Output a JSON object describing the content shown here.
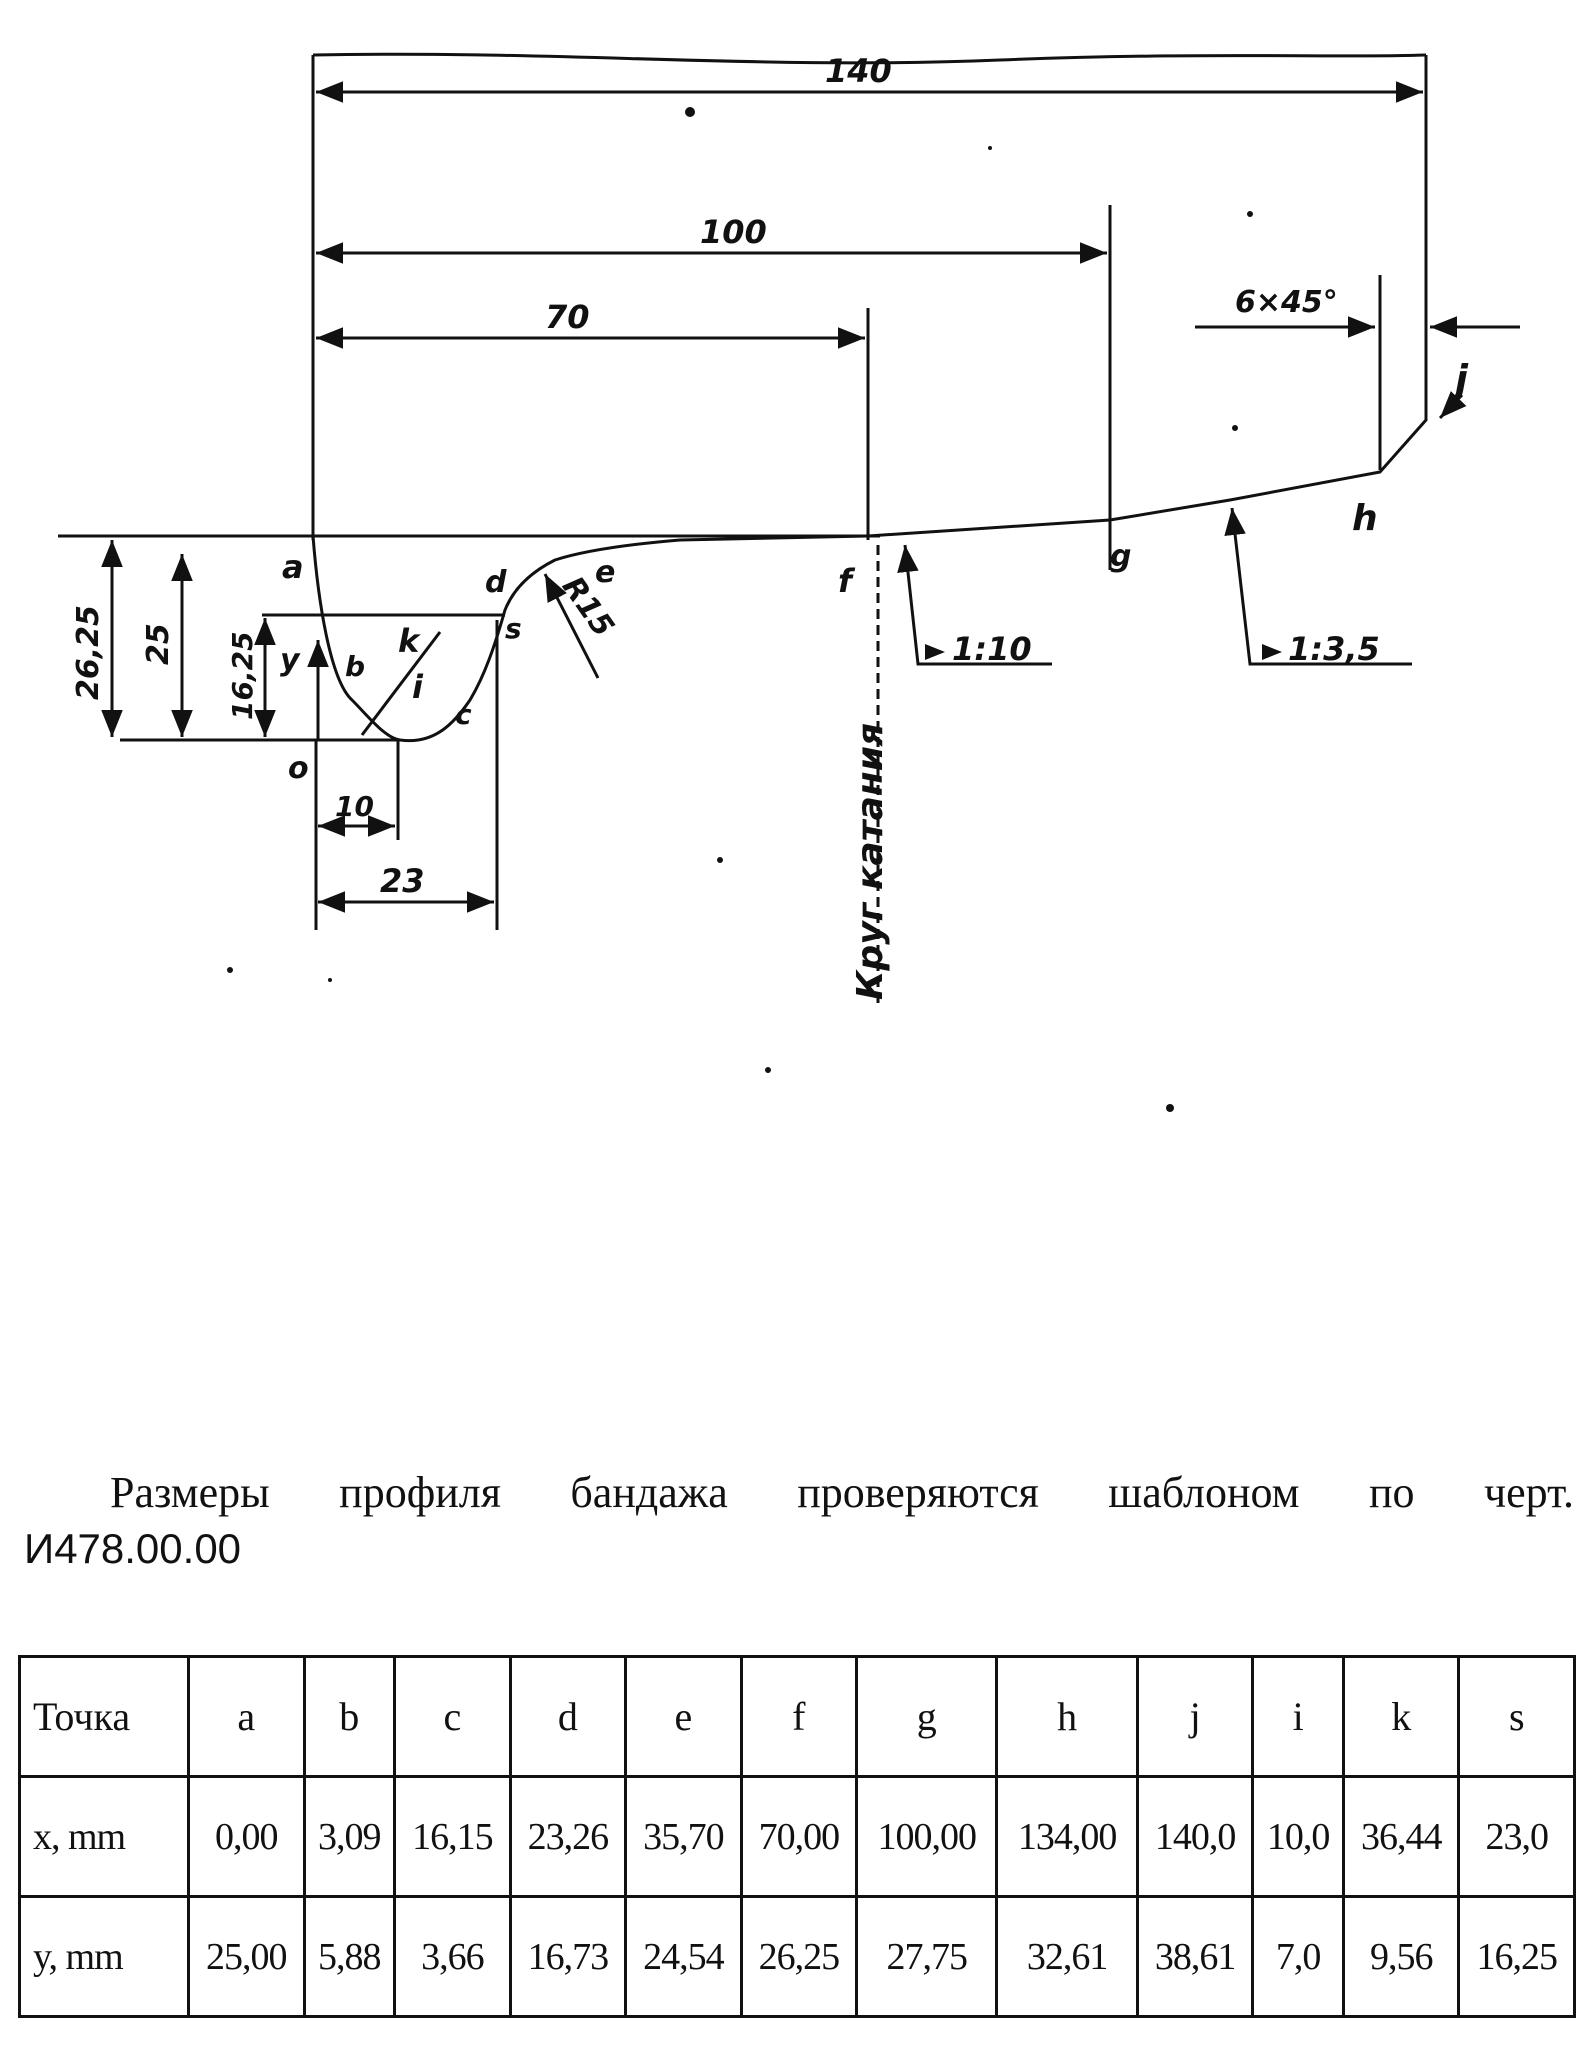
{
  "drawing": {
    "dimensions": {
      "d140": "140",
      "d100": "100",
      "d70": "70",
      "d26_25": "26,25",
      "d25": "25",
      "d16_25": "16,25",
      "d10": "10",
      "d23": "23",
      "radius": "R15",
      "chamfer": "6×45°",
      "slope1": "1:10",
      "slope2": "1:3,5"
    },
    "points": {
      "a": "a",
      "b": "b",
      "c": "c",
      "d": "d",
      "e": "e",
      "f": "f",
      "g": "g",
      "h": "h",
      "j": "j",
      "i": "i",
      "k": "k",
      "s": "s",
      "o": "o",
      "y": "y"
    },
    "rolling_circle_label": "Круг катания"
  },
  "caption": {
    "line1": "Размеры профиля бандажа проверяются шаблоном по черт.",
    "line2": "И478.00.00"
  },
  "table": {
    "header": [
      "Точка",
      "a",
      "b",
      "c",
      "d",
      "e",
      "f",
      "g",
      "h",
      "j",
      "i",
      "k",
      "s"
    ],
    "rows": [
      [
        "x, mm",
        "0,00",
        "3,09",
        "16,15",
        "23,26",
        "35,70",
        "70,00",
        "100,00",
        "134,00",
        "140,0",
        "10,0",
        "36,44",
        "23,0"
      ],
      [
        "y, mm",
        "25,00",
        "5,88",
        "3,66",
        "16,73",
        "24,54",
        "26,25",
        "27,75",
        "32,61",
        "38,61",
        "7,0",
        "9,56",
        "16,25"
      ]
    ]
  }
}
